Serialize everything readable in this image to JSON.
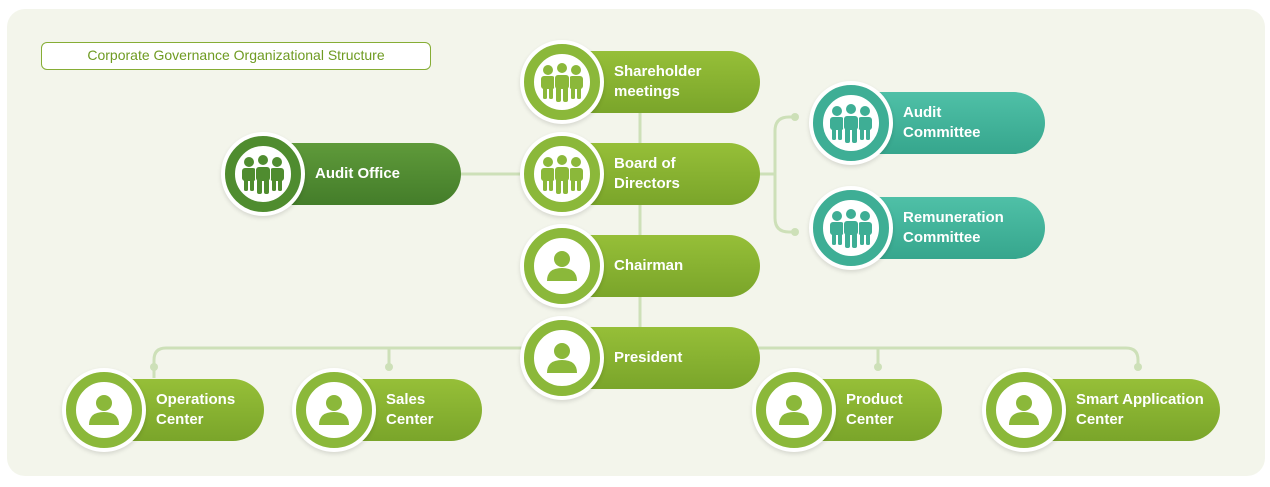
{
  "title": "Corporate Governance Organizational Structure",
  "colors": {
    "green": "#8bb83a",
    "dark_green": "#4f8c2f",
    "teal": "#3eae95",
    "connector": "#cde0b8",
    "background": "#f3f5eb"
  },
  "nodes": {
    "shareholder": {
      "label": "Shareholder\nmeetings",
      "icon": "group-icon"
    },
    "board": {
      "label": "Board of\nDirectors",
      "icon": "group-icon"
    },
    "audit_office": {
      "label": "Audit Office",
      "icon": "group-icon"
    },
    "audit_committee": {
      "label": "Audit\nCommittee",
      "icon": "group-icon"
    },
    "remuneration_committee": {
      "label": "Remuneration\nCommittee",
      "icon": "group-icon"
    },
    "chairman": {
      "label": "Chairman",
      "icon": "person-icon"
    },
    "president": {
      "label": "President",
      "icon": "person-icon"
    },
    "operations_center": {
      "label": "Operations\nCenter",
      "icon": "person-icon"
    },
    "sales_center": {
      "label": "Sales\nCenter",
      "icon": "person-icon"
    },
    "product_center": {
      "label": "Product\nCenter",
      "icon": "person-icon"
    },
    "smart_application_center": {
      "label": "Smart Application\nCenter",
      "icon": "person-icon"
    }
  }
}
